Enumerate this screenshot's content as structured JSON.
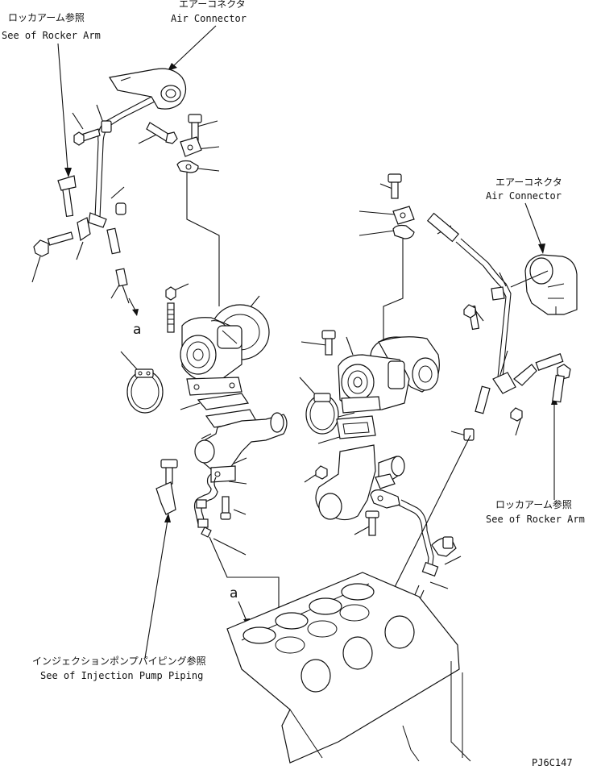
{
  "labels": {
    "rocker_arm_top_jp": "ロッカアーム参照",
    "rocker_arm_top_en": "See of Rocker Arm",
    "air_connector_top_jp": "エアーコネクタ",
    "air_connector_top_en": "Air Connector",
    "air_connector_right_jp": "エアーコネクタ",
    "air_connector_right_en": "Air Connector",
    "rocker_arm_right_jp": "ロッカアーム参照",
    "rocker_arm_right_en": "See of Rocker Arm",
    "injection_pump_jp": "インジェクションポンプパイピング参照",
    "injection_pump_en": "See of Injection Pump Piping",
    "ref_a_upper": "a",
    "ref_a_lower": "a",
    "drawing_code": "PJ6C147"
  }
}
